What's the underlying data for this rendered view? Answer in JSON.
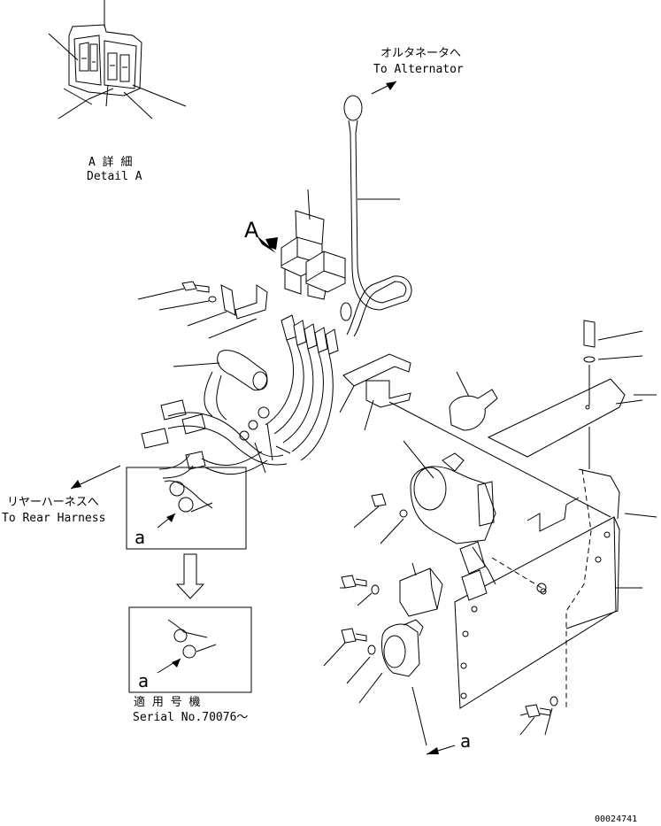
{
  "labels": {
    "alternator_jp": "オルタネータへ",
    "alternator_en": "To Alternator",
    "detail_jp": "A 詳 細",
    "detail_en": "Detail A",
    "view_marker": "A",
    "rear_harness_jp": "リヤーハーネスへ",
    "rear_harness_en": "To Rear Harness",
    "inset_marker_top": "a",
    "inset_marker_bottom": "a",
    "view_a_bottom": "a",
    "serial_jp": "適 用 号 機",
    "serial_en": "Serial No.70076～",
    "drawing_number": "00024741"
  }
}
